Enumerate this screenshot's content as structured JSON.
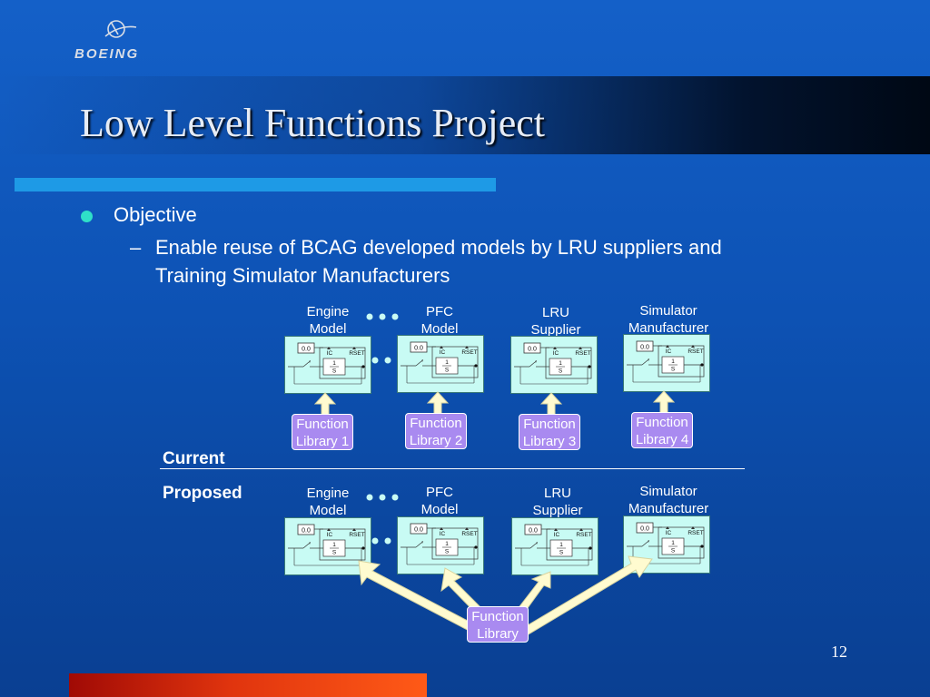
{
  "logo": {
    "text": "BOEING"
  },
  "title": "Low Level Functions Project",
  "bullets": {
    "objective": "Objective",
    "dash": "–",
    "sub_line1": "Enable reuse of BCAG developed models by LRU suppliers and",
    "sub_line2": "Training Simulator Manufacturers"
  },
  "current": {
    "label": "Current",
    "models": [
      {
        "line1": "Engine",
        "line2": "Model"
      },
      {
        "line1": "PFC",
        "line2": "Model"
      },
      {
        "line1": "LRU",
        "line2": "Supplier"
      },
      {
        "line1": "Simulator",
        "line2": "Manufacturer"
      }
    ],
    "libraries": [
      {
        "line1": "Function",
        "line2": "Library 1"
      },
      {
        "line1": "Function",
        "line2": "Library 2"
      },
      {
        "line1": "Function",
        "line2": "Library 3"
      },
      {
        "line1": "Function",
        "line2": "Library 4"
      }
    ]
  },
  "proposed": {
    "label": "Proposed",
    "models": [
      {
        "line1": "Engine",
        "line2": "Model"
      },
      {
        "line1": "PFC",
        "line2": "Model"
      },
      {
        "line1": "LRU",
        "line2": "Supplier"
      },
      {
        "line1": "Simulator",
        "line2": "Manufacturer"
      }
    ],
    "library": {
      "line1": "Function",
      "line2": "Library"
    }
  },
  "block": {
    "ic_value": "0.0",
    "ic": "IC",
    "rset": "RSET",
    "num": "1",
    "den": "S"
  },
  "page_number": "12",
  "colors": {
    "background": "#0d52b4",
    "title_underline": "#1e9ae6",
    "bullet": "#2fe0c8",
    "block_fill": "#c8fbf4",
    "library_fill": "#a98af0",
    "arrow_fill": "#fffbd0",
    "footer_bar": "#e0340e"
  }
}
